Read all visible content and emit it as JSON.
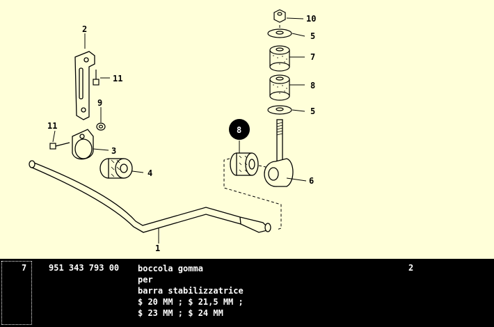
{
  "diagram": {
    "callouts": [
      {
        "id": "c1",
        "label": "1"
      },
      {
        "id": "c2",
        "label": "2"
      },
      {
        "id": "c3",
        "label": "3"
      },
      {
        "id": "c4",
        "label": "4"
      },
      {
        "id": "c5a",
        "label": "5"
      },
      {
        "id": "c5b",
        "label": "5"
      },
      {
        "id": "c6",
        "label": "6"
      },
      {
        "id": "c7",
        "label": "7"
      },
      {
        "id": "c8a",
        "label": "8"
      },
      {
        "id": "c8b",
        "label": "8"
      },
      {
        "id": "c9",
        "label": "9"
      },
      {
        "id": "c10",
        "label": "10"
      },
      {
        "id": "c11a",
        "label": "11"
      },
      {
        "id": "c11b",
        "label": "11"
      }
    ],
    "highlighted_callout": "7",
    "colors": {
      "background": "#ffffd9",
      "ink": "#000000",
      "info_bg": "#000000",
      "info_text": "#ffffff"
    }
  },
  "info": {
    "position": "7",
    "part_number": "951 343 793 00",
    "quantity": "2",
    "description": [
      "boccola gomma",
      "per",
      "barra stabilizzatrice",
      "$ 20 MM ; $ 21,5 MM ;",
      "$ 23 MM ; $ 24 MM"
    ]
  }
}
